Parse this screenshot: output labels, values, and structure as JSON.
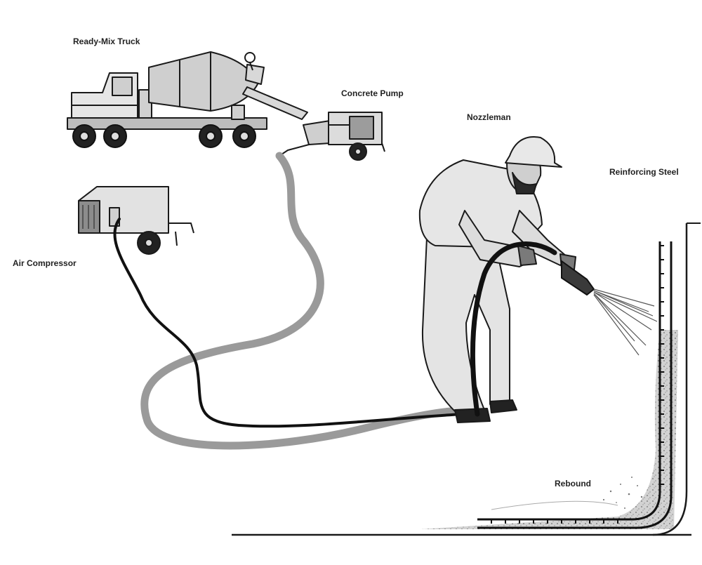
{
  "labels": {
    "truck": "Ready-Mix Truck",
    "pump": "Concrete Pump",
    "nozzleman": "Nozzleman",
    "steel": "Reinforcing Steel",
    "compressor": "Air Compressor",
    "rebound": "Rebound"
  },
  "colors": {
    "line": "#1a1a1a",
    "body_fill": "#d9d9d9",
    "dark_fill": "#7a7a7a",
    "hose_material": "#9a9a9a",
    "hose_air": "#111111",
    "shotcrete": "#c8c8c8"
  }
}
